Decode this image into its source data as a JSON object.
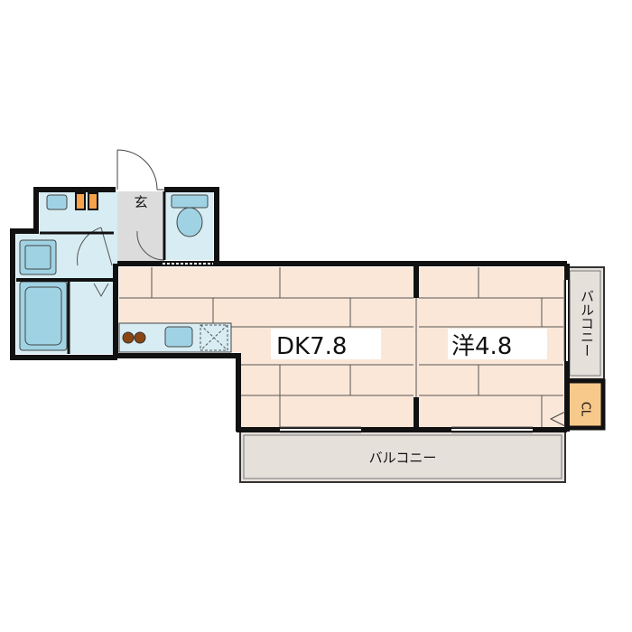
{
  "rooms": {
    "entrance": "玄",
    "dk": "DK7.8",
    "western": "洋4.8",
    "balcony_bottom": "バルコニー",
    "balcony_right": "バルコニー",
    "closet": "CL"
  },
  "colors": {
    "wall": "#111111",
    "floor_wood": "#fbe7d8",
    "floor_lines": "#555555",
    "tile": "#dcdcdc",
    "wet_area": "#d8edf3",
    "fixture": "#9fd3e4",
    "balcony": "#e6e0db",
    "closet": "#f7c98a",
    "stove": "#8b4513"
  }
}
